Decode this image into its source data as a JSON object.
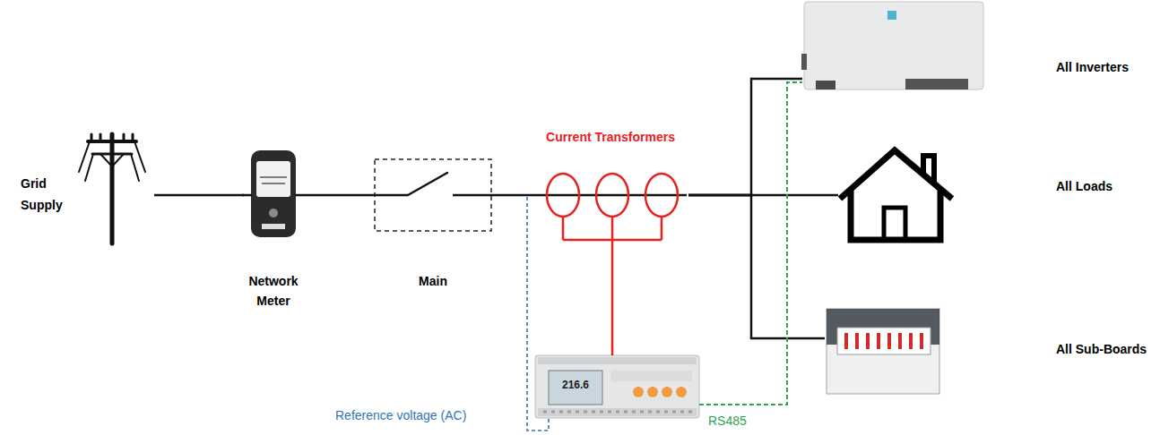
{
  "diagram": {
    "nodes": [
      {
        "text": [
          "Grid Supply"
        ]
      },
      {
        "text": [
          "Network Meter"
        ]
      },
      {
        "text": [
          "Main"
        ]
      },
      {
        "text": [
          "Current Transformers"
        ]
      },
      {
        "text": [
          "216.6"
        ]
      },
      {
        "text": [
          "All Inverters"
        ]
      },
      {
        "text": [
          "All Loads"
        ]
      },
      {
        "text": [
          "All Sub-Boards"
        ]
      }
    ],
    "edges": [
      {
        "from": 0,
        "to": 1,
        "arrow": "none"
      },
      {
        "from": 1,
        "to": 2,
        "arrow": "none"
      },
      {
        "from": 2,
        "to": 3,
        "arrow": "none"
      },
      {
        "from": 3,
        "to": 5,
        "arrow": "none"
      },
      {
        "from": 3,
        "to": 6,
        "arrow": "none"
      },
      {
        "from": 3,
        "to": 7,
        "arrow": "none"
      },
      {
        "from": 3,
        "to": 4,
        "arrow": "none"
      },
      {
        "from": 2,
        "to": 4,
        "label": "Reference voltage (AC)",
        "arrow": "none"
      },
      {
        "from": 4,
        "to": 5,
        "label": "RS485",
        "arrow": "none"
      }
    ]
  }
}
